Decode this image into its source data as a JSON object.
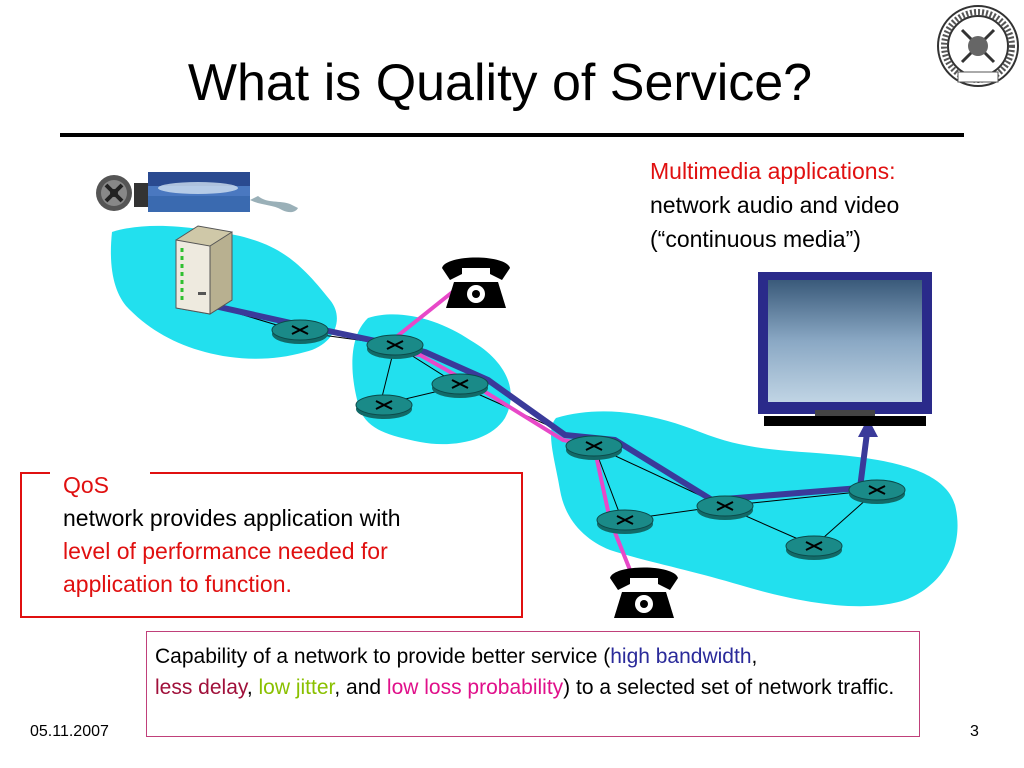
{
  "slide": {
    "title": "What is Quality of Service?",
    "date": "05.11.2007",
    "page_number": "3"
  },
  "multimedia": {
    "heading": "Multimedia applications:",
    "line2": "network audio and video",
    "line3": "(“continuous media”)"
  },
  "qos": {
    "label": "QoS",
    "line1": "network provides application with",
    "line2": "level of performance needed for",
    "line3": "application to function."
  },
  "capability": {
    "part1": "Capability of a network to provide better service (",
    "high_bandwidth": "high bandwidth",
    "comma1": ",",
    "less_delay": "less delay",
    "comma2": ", ",
    "low_jitter": "low jitter",
    "and_text": ", and ",
    "low_loss": "low loss probability",
    "part2": ") to a selected set of network traffic."
  },
  "colors": {
    "cloud": "#22e0ee",
    "router": "#1a8a88",
    "path_blue": "#3a3a9a",
    "path_pink": "#e848c8",
    "accent_red": "#e01010"
  }
}
